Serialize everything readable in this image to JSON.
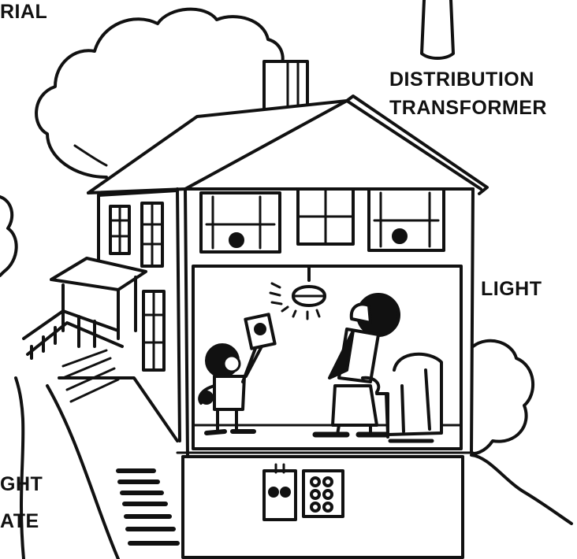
{
  "labels": {
    "aerial_fragment": "RIAL",
    "transformer_line1": "DISTRIBUTION",
    "transformer_line2": "TRANSFORMER",
    "light": "LIGHT",
    "left_fragment_1": "GHT",
    "left_fragment_2": "ATE"
  },
  "colors": {
    "ink": "#111111",
    "paper": "#ffffff"
  }
}
